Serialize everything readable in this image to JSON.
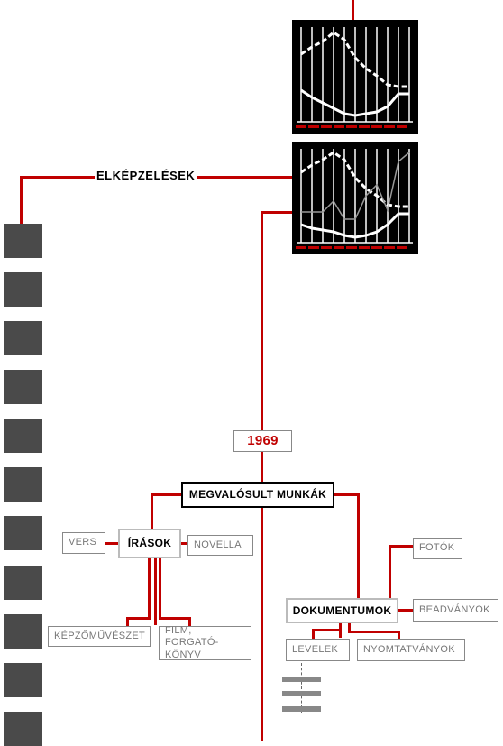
{
  "labels": {
    "elkepzelesek": "ELKÉPZELÉSEK",
    "year": "1969",
    "megvalosult": "MEGVALÓSULT MUNKÁK",
    "irasok": "ÍRÁSOK",
    "vers": "VERS",
    "novella": "NOVELLA",
    "kepzomuveszet": "KÉPZŐMŰVÉSZET",
    "film": "FILM, FORGATÓ-KÖNYV",
    "dokumentumok": "DOKUMENTUMOK",
    "fotok": "FOTÓK",
    "beadvanyok": "BEADVÁNYOK",
    "levelek": "LEVELEK",
    "nyomtatvanyok": "NYOMTATVÁNYOK"
  },
  "colors": {
    "accent": "#c00000",
    "tile": "#4a4a4a"
  }
}
